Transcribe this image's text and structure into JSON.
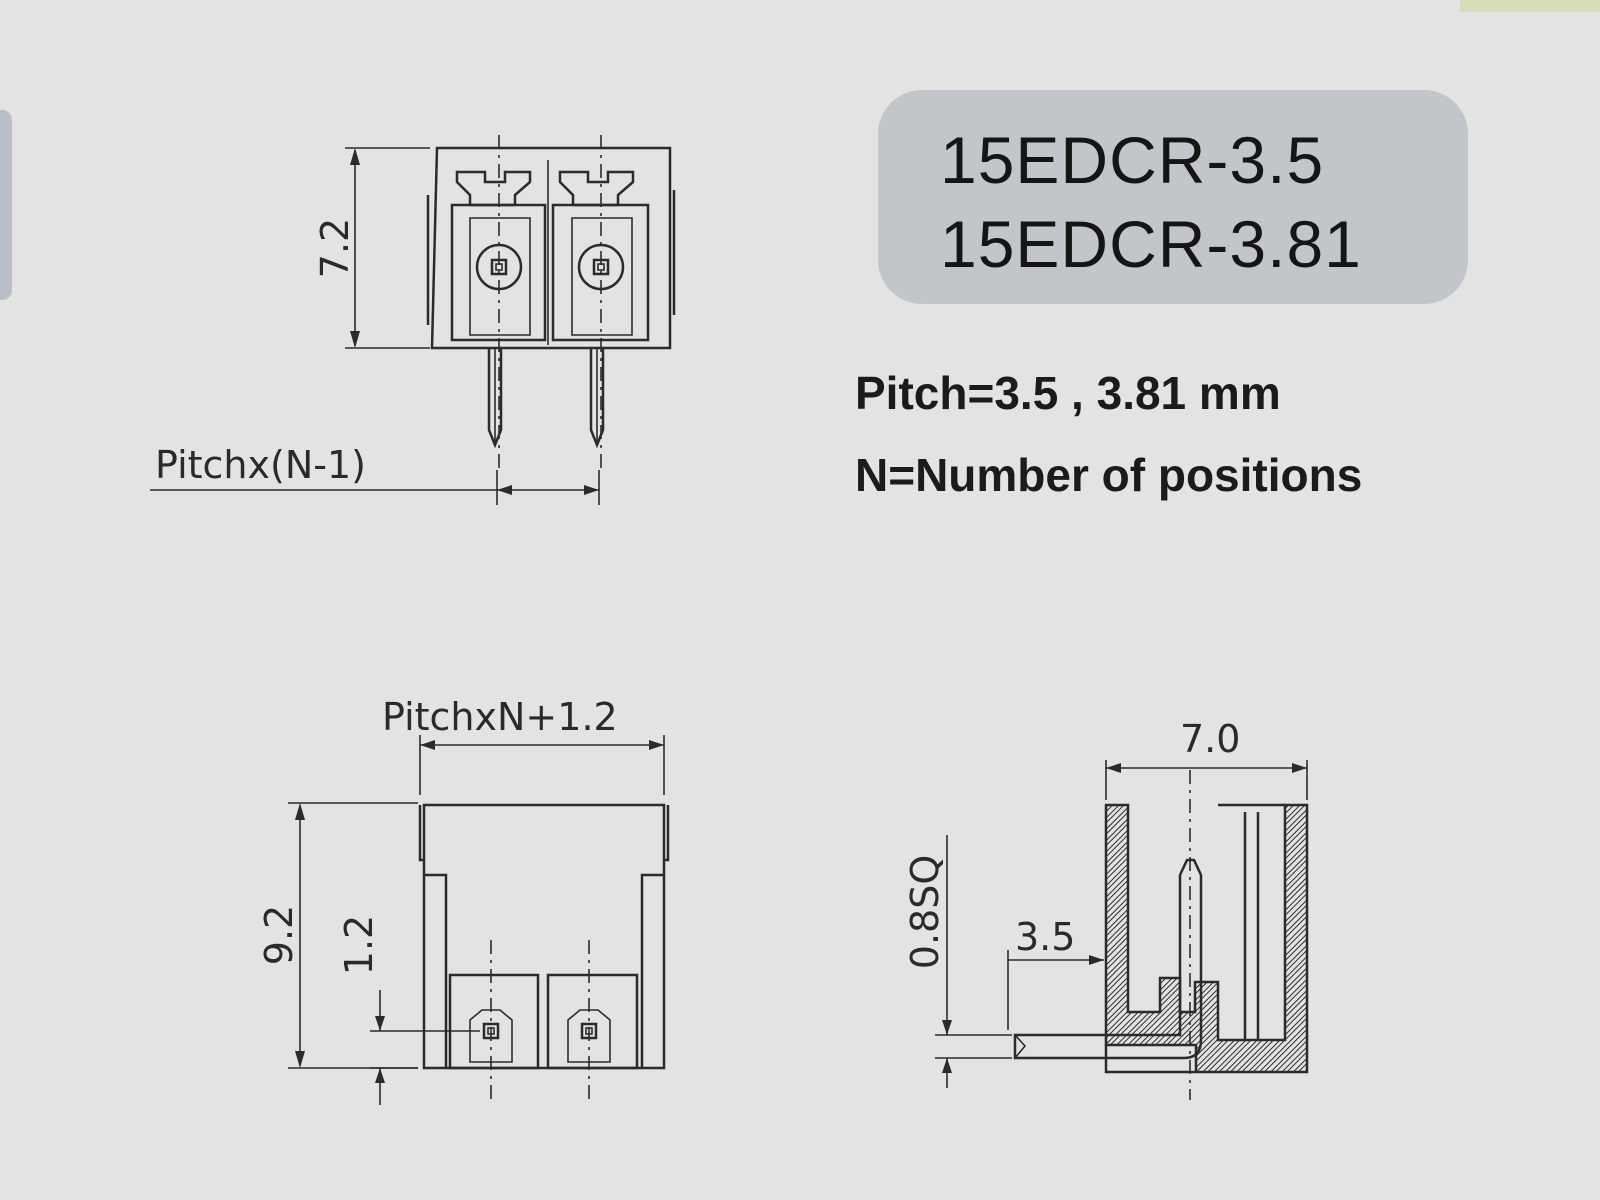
{
  "title": {
    "line1": "15EDCR-3.5",
    "line2": "15EDCR-3.81"
  },
  "specs": {
    "pitch": "Pitch=3.5 , 3.81 mm",
    "positions": "N=Number of positions"
  },
  "dimensions": {
    "front_height": "7.2",
    "front_pitch": "Pitchx(N-1)",
    "bottom_width": "PitchxN+1.2",
    "bottom_height": "9.2",
    "bottom_offset": "1.2",
    "side_width": "7.0",
    "side_pin": "0.8SQ",
    "side_offset": "3.5"
  },
  "colors": {
    "background": "#e2e3e2",
    "title_box": "#c2c6cb",
    "ink": "#2b2b2b"
  }
}
